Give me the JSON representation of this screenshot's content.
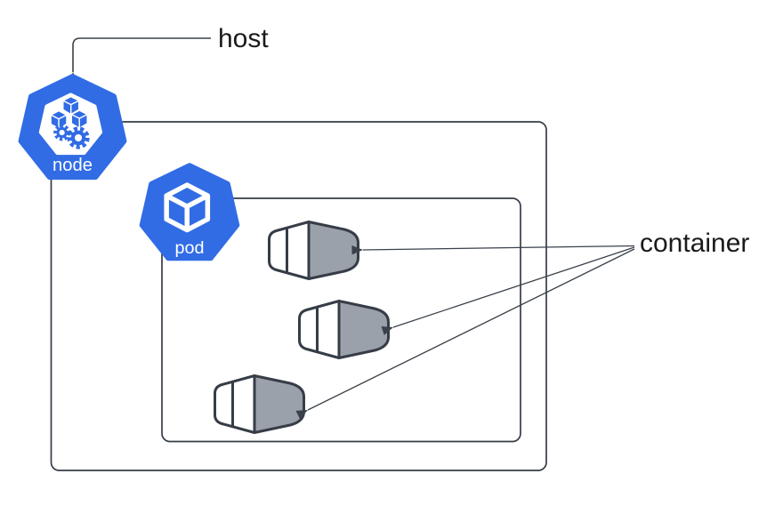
{
  "diagram": {
    "labels": {
      "host": "host",
      "container": "container"
    },
    "node_icon": {
      "label": "node"
    },
    "pod_icon": {
      "label": "pod"
    },
    "containers_count": 3,
    "colors": {
      "kubernetes_blue": "#316ce5",
      "container_body_gray": "#9aa1aa",
      "outline_dark": "#363d47",
      "annotation_text": "#1a1a1a",
      "icon_text": "#ffffff",
      "background": "#ffffff"
    }
  }
}
